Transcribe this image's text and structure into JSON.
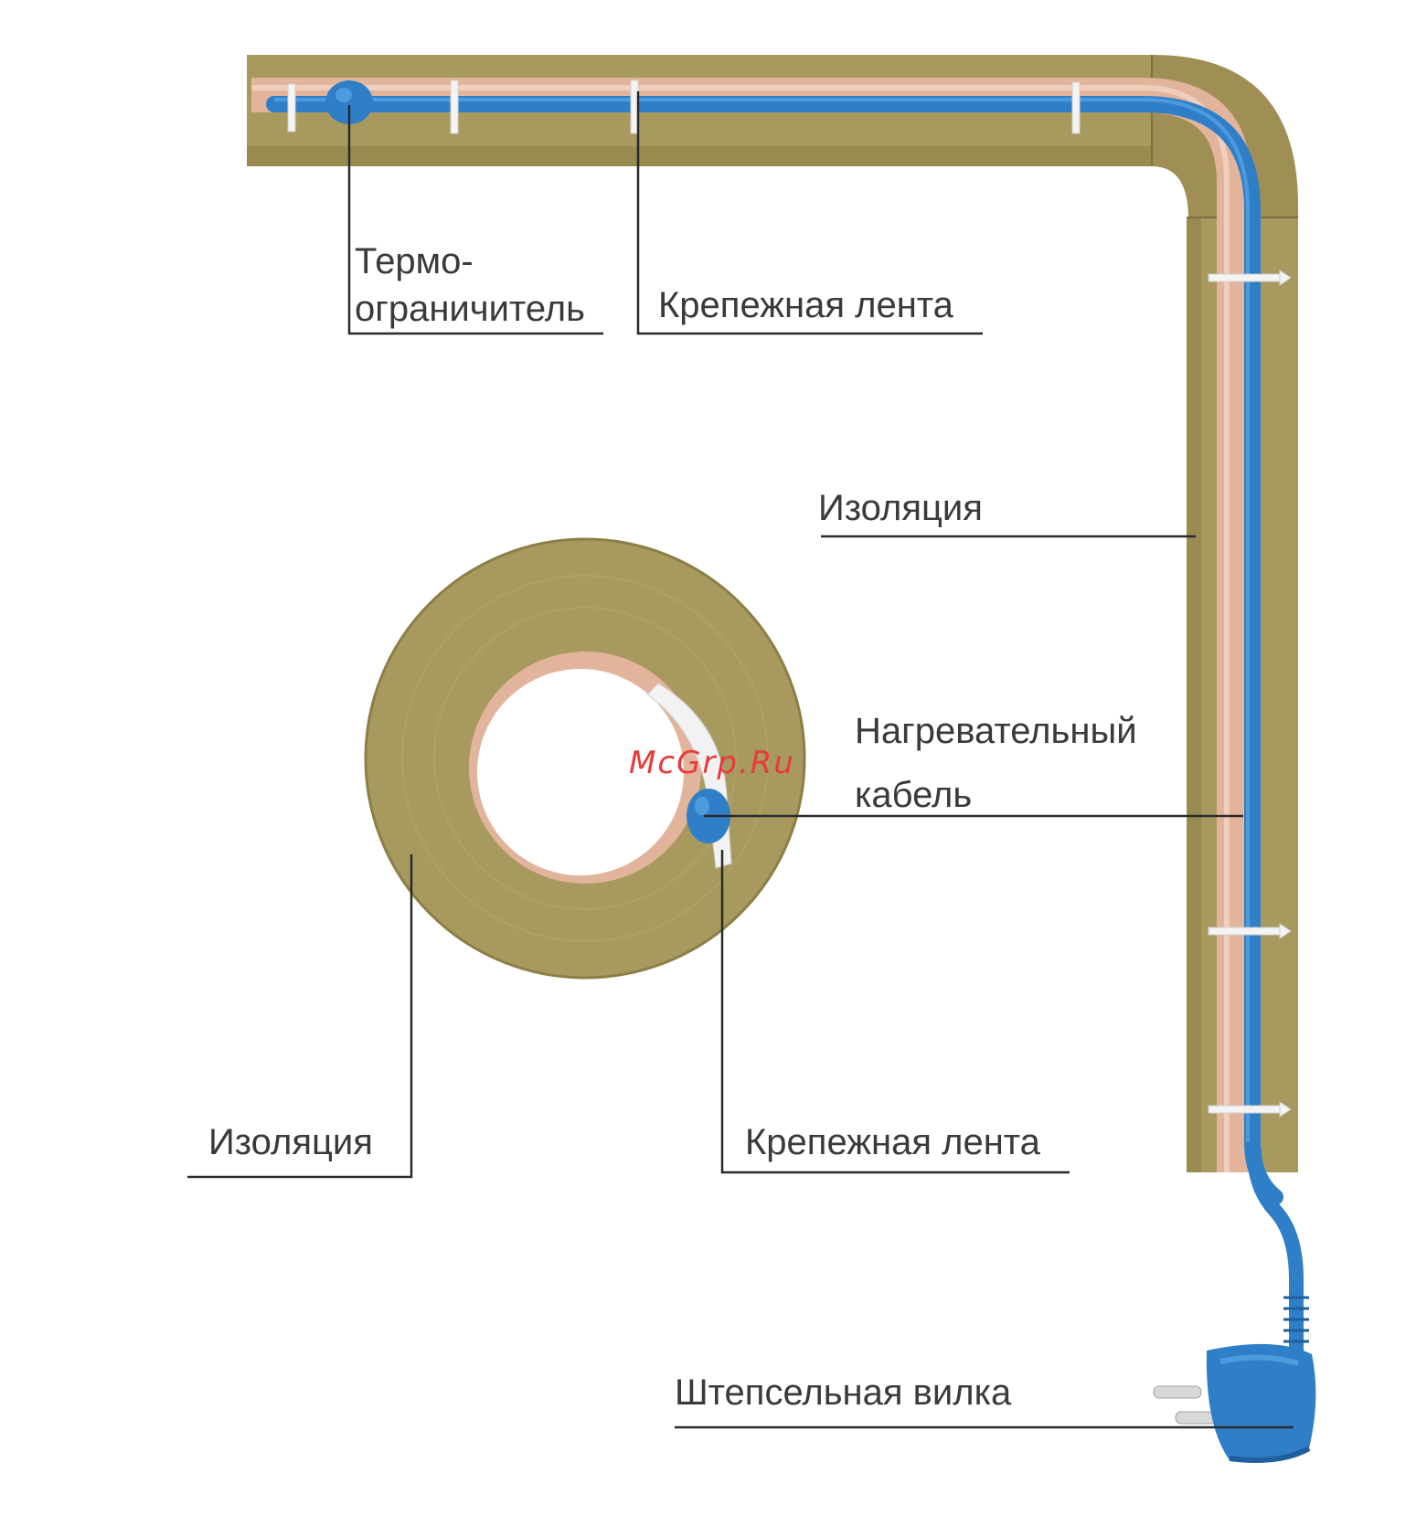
{
  "labels": {
    "thermo_limiter_line1": "Термо-",
    "thermo_limiter_line2": "ограничитель",
    "mounting_tape_top": "Крепежная лента",
    "insulation_right": "Изоляция",
    "heating_cable_line1": "Нагревательный",
    "heating_cable_line2": "кабель",
    "insulation_left": "Изоляция",
    "mounting_tape_bottom": "Крепежная лента",
    "plug": "Штепсельная вилка"
  },
  "watermark": "McGrp.Ru",
  "colors": {
    "insulation": "#a89a5e",
    "insulation_dark": "#8c7f46",
    "pipe": "#e3b49c",
    "pipe_inner": "#f7f1ea",
    "cable": "#2f7fc8",
    "cable_dark": "#1f5f9e",
    "leader_line": "#2a2a2a",
    "tie": "#f4f4f4",
    "watermark": "#e83a3a"
  }
}
